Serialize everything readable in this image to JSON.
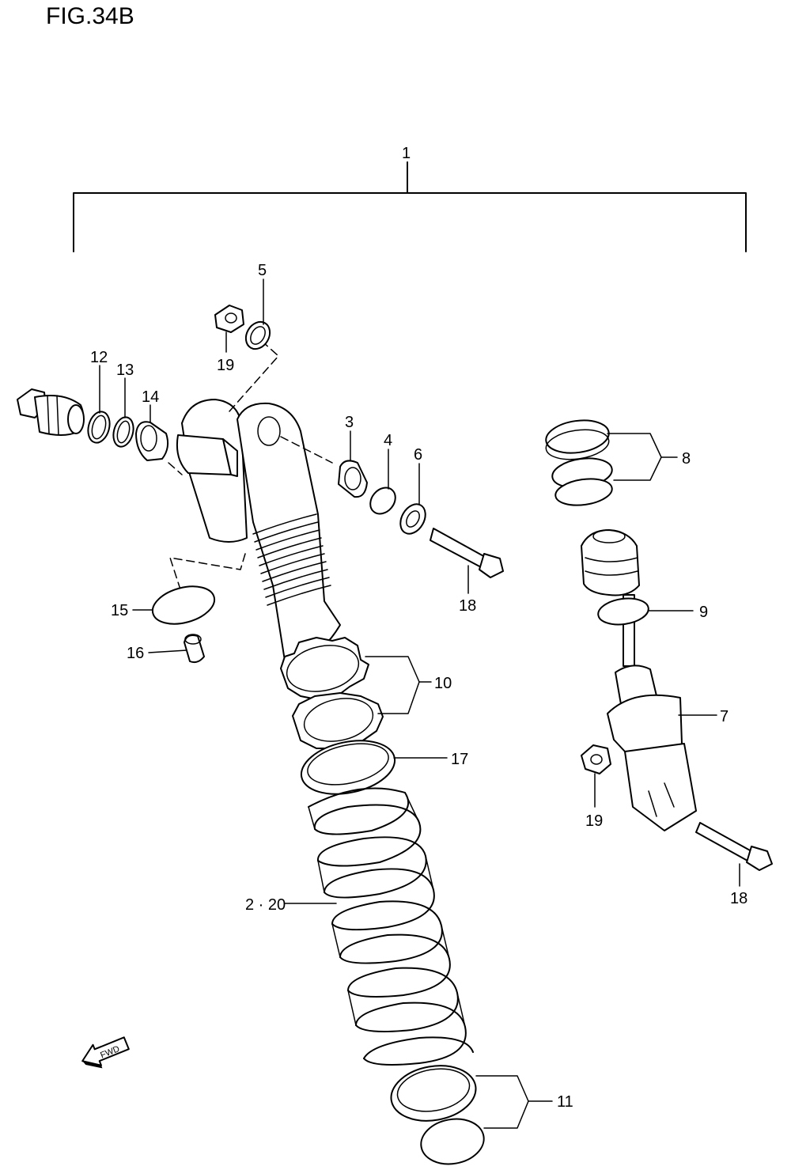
{
  "figure_title": "FIG.34B",
  "callouts": {
    "c1": "1",
    "c2_20": "2 · 20",
    "c3": "3",
    "c4": "4",
    "c5": "5",
    "c6": "6",
    "c7": "7",
    "c8": "8",
    "c9": "9",
    "c10": "10",
    "c11": "11",
    "c12": "12",
    "c13": "13",
    "c14": "14",
    "c15": "15",
    "c16": "16",
    "c17": "17",
    "c18a": "18",
    "c18b": "18",
    "c19a": "19",
    "c19b": "19"
  },
  "fwd_arrow": {
    "label": "FWD",
    "icon": "forward-arrow-icon"
  }
}
